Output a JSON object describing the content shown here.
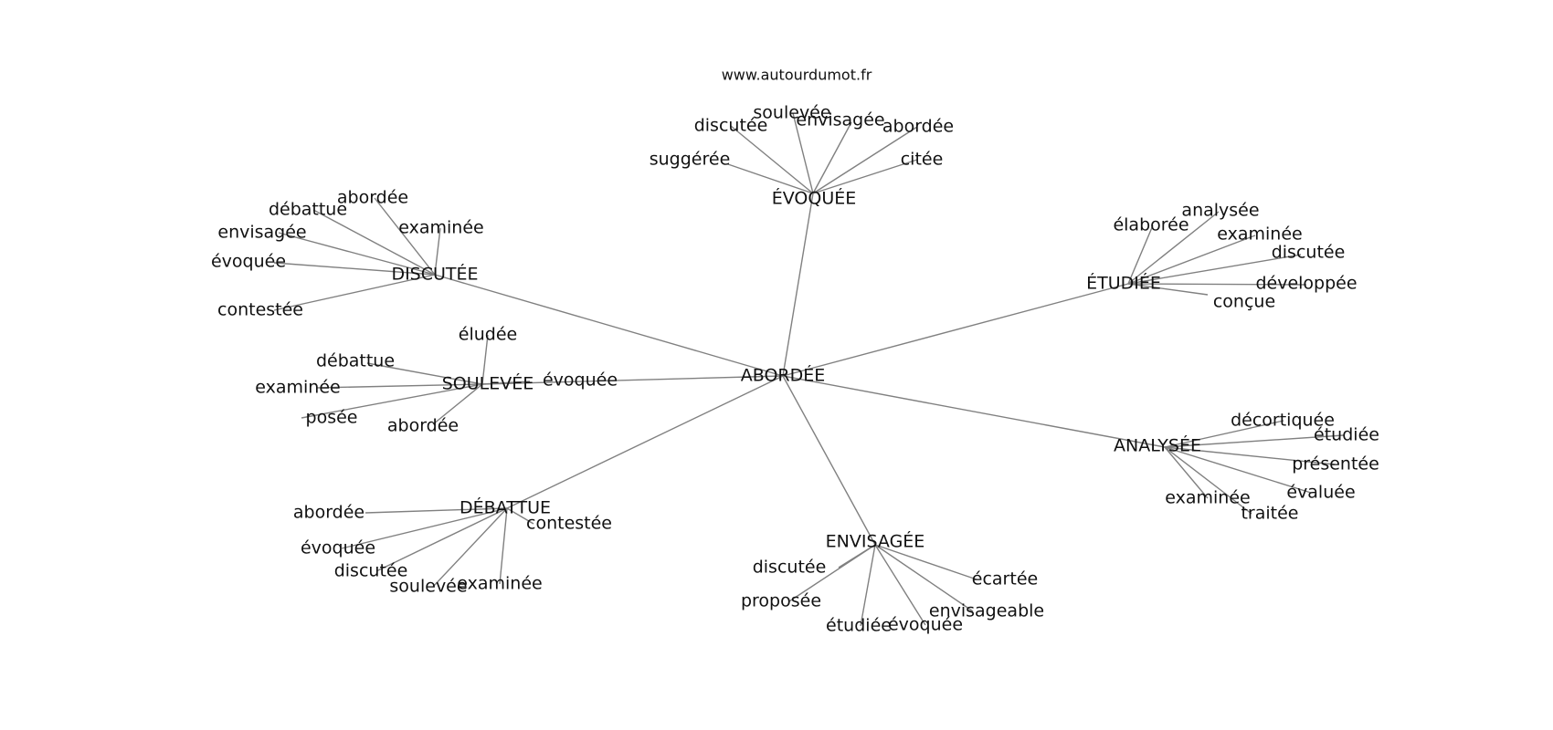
{
  "watermark": "www.autourdumot.fr",
  "root": "ABORDÉE",
  "clusters": [
    {
      "hub": "ÉVOQUÉE",
      "leaves": [
        "soulevée",
        "discutée",
        "envisagée",
        "abordée",
        "suggérée",
        "citée"
      ]
    },
    {
      "hub": "DISCUTÉE",
      "leaves": [
        "abordée",
        "débattue",
        "envisagée",
        "examinée",
        "évoquée",
        "contestée"
      ]
    },
    {
      "hub": "SOULEVÉE",
      "leaves": [
        "éludée",
        "débattue",
        "examinée",
        "posée",
        "abordée",
        "évoquée"
      ]
    },
    {
      "hub": "ÉTUDIÉE",
      "leaves": [
        "élaborée",
        "analysée",
        "examinée",
        "discutée",
        "développée",
        "conçue"
      ]
    },
    {
      "hub": "ANALYSÉE",
      "leaves": [
        "décortiquée",
        "étudiée",
        "présentée",
        "évaluée",
        "examinée",
        "traitée"
      ]
    },
    {
      "hub": "DÉBATTUE",
      "leaves": [
        "abordée",
        "contestée",
        "évoquée",
        "discutée",
        "soulevée",
        "examinée"
      ]
    },
    {
      "hub": "ENVISAGÉE",
      "leaves": [
        "discutée",
        "écartée",
        "proposée",
        "envisageable",
        "étudiée",
        "évoquée"
      ]
    }
  ],
  "colors": {
    "edge": "#808080",
    "text": "#111111",
    "background": "#ffffff"
  }
}
